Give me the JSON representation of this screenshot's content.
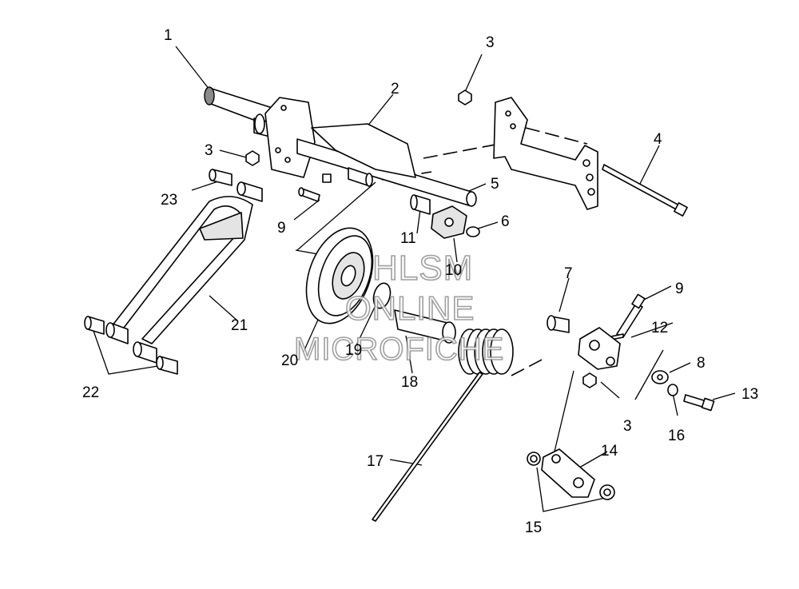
{
  "callouts": [
    "1",
    "2",
    "3",
    "3",
    "3",
    "4",
    "5",
    "6",
    "7",
    "8",
    "9",
    "9",
    "10",
    "11",
    "12",
    "13",
    "14",
    "15",
    "16",
    "17",
    "18",
    "19",
    "20",
    "21",
    "22",
    "23"
  ],
  "watermark": {
    "line1": "HLSM",
    "line2": "ONLINE",
    "line3": "MICROFICHE"
  },
  "colors": {
    "line": "#000000",
    "fill": "#ffffff",
    "watermark_stroke": "#8f8f8f"
  }
}
